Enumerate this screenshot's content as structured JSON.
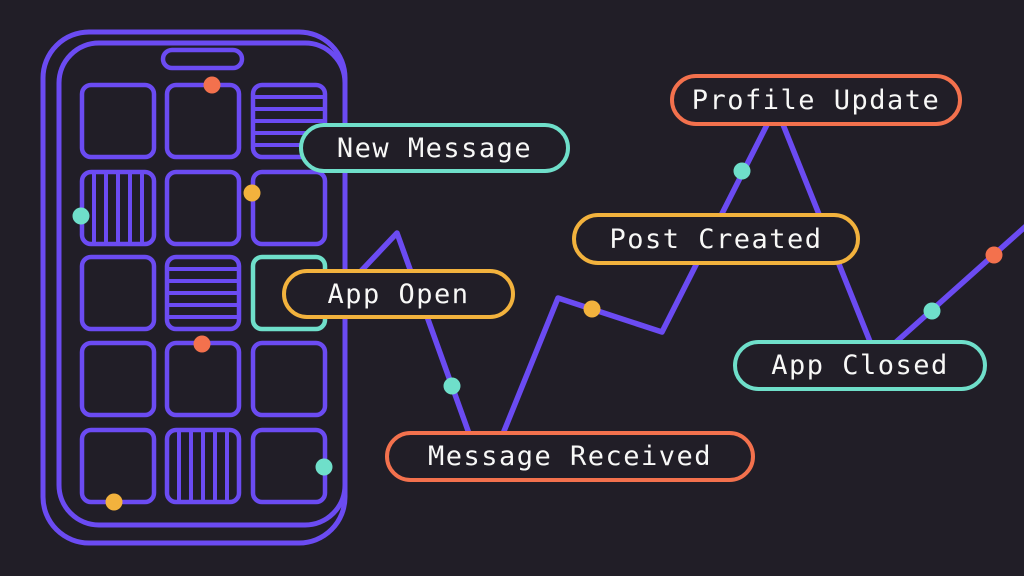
{
  "illustration": {
    "description": "Dark illustration of a smartphone app grid beside an activity line chart labeled with app event pills",
    "colors": {
      "background": "#211E27",
      "purple": "#6B4BF2",
      "teal": "#6FDFCA",
      "coral": "#F3714D",
      "yellow": "#F2B23D",
      "text": "#F8F8F7"
    },
    "pills": [
      {
        "id": "new-message",
        "label": "New Message",
        "accent": "teal"
      },
      {
        "id": "app-open",
        "label": "App Open",
        "accent": "yellow"
      },
      {
        "id": "profile-update",
        "label": "Profile Update",
        "accent": "coral"
      },
      {
        "id": "post-created",
        "label": "Post Created",
        "accent": "yellow"
      },
      {
        "id": "message-received",
        "label": "Message Received",
        "accent": "coral"
      },
      {
        "id": "app-closed",
        "label": "App Closed",
        "accent": "teal"
      }
    ],
    "phone": {
      "grid_patterns": [
        [
          "plain",
          "plain",
          "hstripes"
        ],
        [
          "vstripes",
          "plain",
          "plain"
        ],
        [
          "plain",
          "hstripes",
          "teal-plain"
        ],
        [
          "plain",
          "plain",
          "plain"
        ],
        [
          "plain",
          "vstripes",
          "plain"
        ]
      ],
      "notification_dots": [
        {
          "color": "coral",
          "position": "row1-col2-top"
        },
        {
          "color": "yellow",
          "position": "row2-col3-left"
        },
        {
          "color": "teal",
          "position": "row2-col1-left"
        },
        {
          "color": "coral",
          "position": "row4-col2-top"
        },
        {
          "color": "yellow",
          "position": "row5-col1-bottom"
        },
        {
          "color": "teal",
          "position": "row5-col3-right"
        }
      ]
    },
    "activity_line": {
      "event_dots": [
        {
          "color": "teal",
          "near": "new-message / app-open slope"
        },
        {
          "color": "yellow",
          "near": "post-created slope"
        },
        {
          "color": "teal",
          "near": "profile-update ascent"
        },
        {
          "color": "teal",
          "near": "app-closed ascent"
        },
        {
          "color": "coral",
          "near": "top-right ascent"
        }
      ]
    }
  }
}
